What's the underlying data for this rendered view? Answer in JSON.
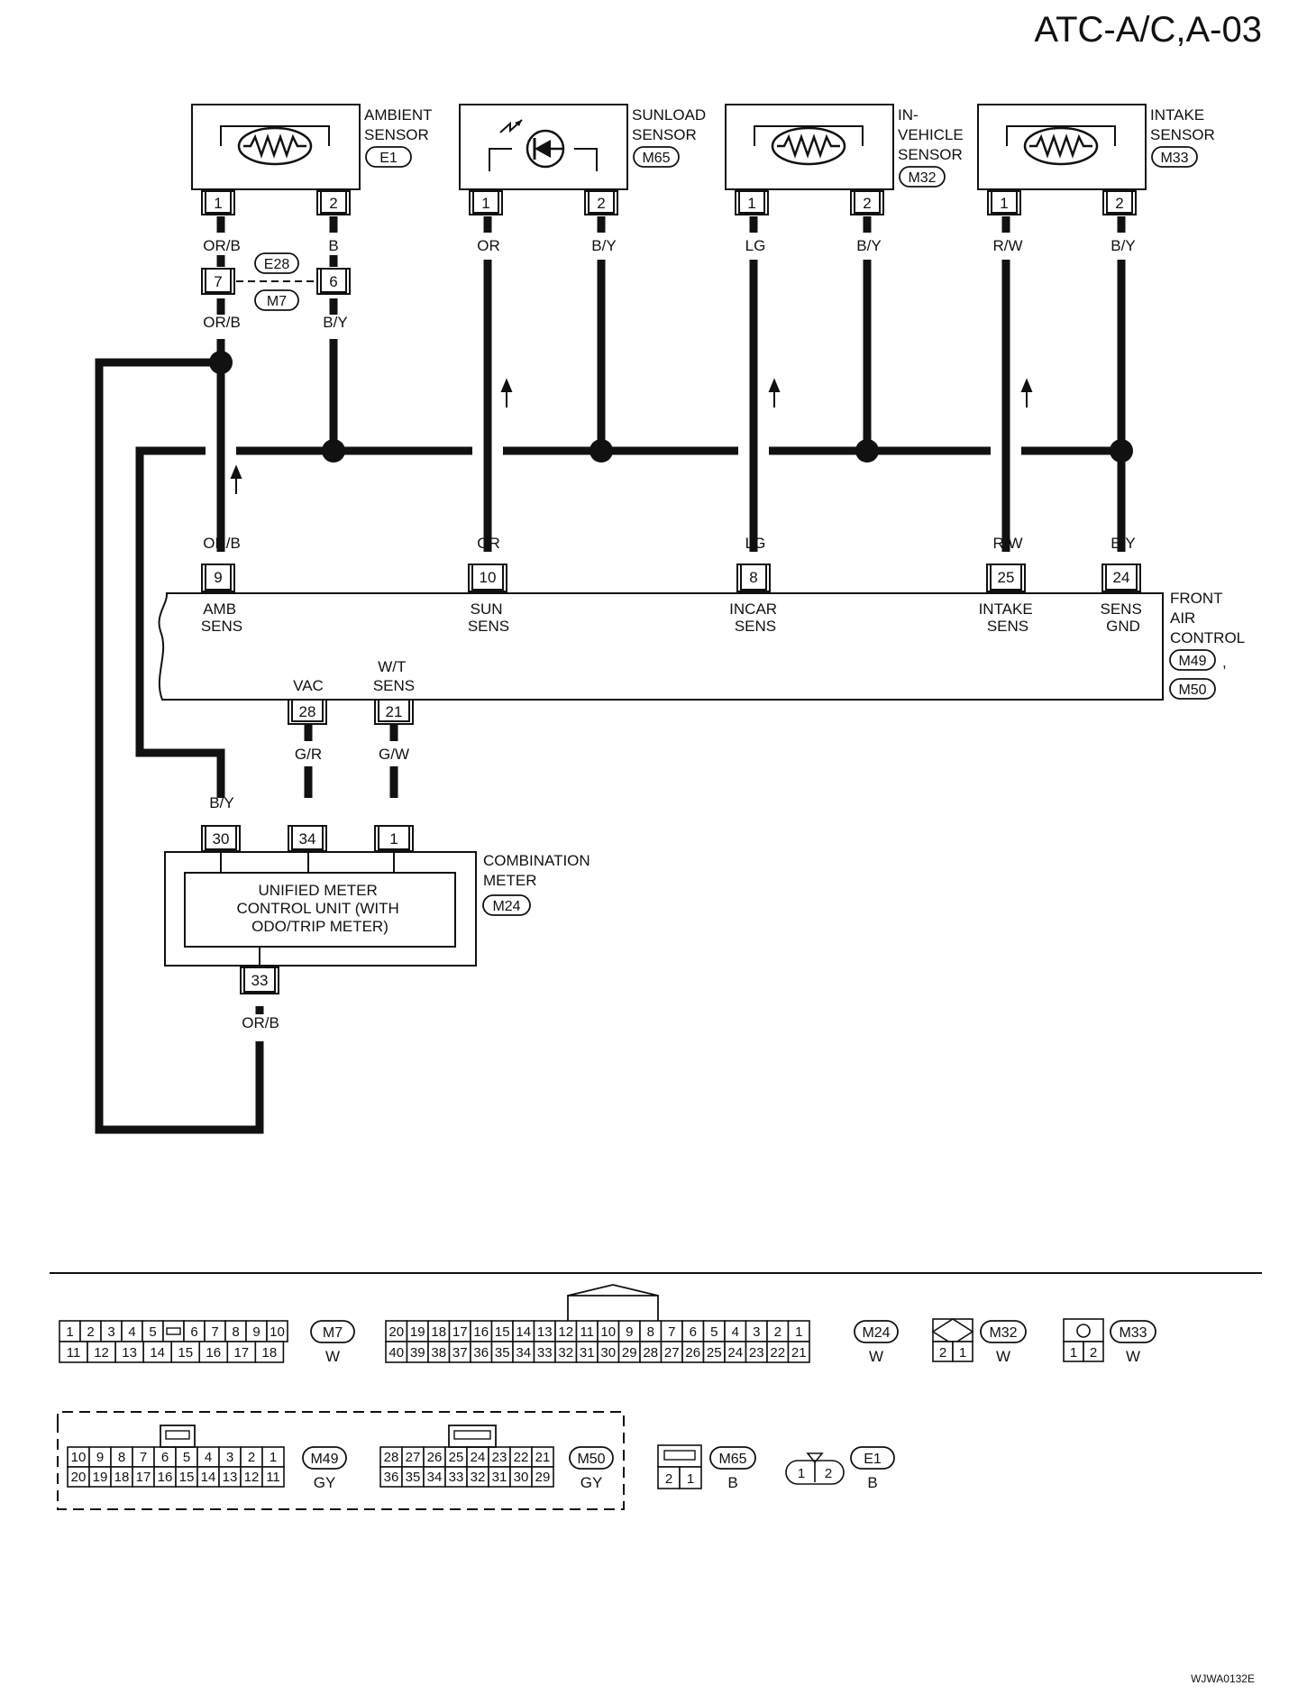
{
  "header": {
    "title": "ATC-A/C,A-03"
  },
  "footer": {
    "code": "WJWA0132E"
  },
  "sensors": [
    {
      "id": "ambient",
      "name_lines": [
        "AMBIENT",
        "SENSOR"
      ],
      "connector": "E1",
      "pins": [
        "1",
        "2"
      ],
      "wires": [
        "OR/B",
        "B"
      ],
      "kind": "thermistor"
    },
    {
      "id": "sunload",
      "name_lines": [
        "SUNLOAD",
        "SENSOR"
      ],
      "connector": "M65",
      "pins": [
        "1",
        "2"
      ],
      "wires": [
        "OR",
        "B/Y"
      ],
      "kind": "photodiode"
    },
    {
      "id": "invehicle",
      "name_lines": [
        "IN-",
        "VEHICLE",
        "SENSOR"
      ],
      "connector": "M32",
      "pins": [
        "1",
        "2"
      ],
      "wires": [
        "LG",
        "B/Y"
      ],
      "kind": "thermistor"
    },
    {
      "id": "intake",
      "name_lines": [
        "INTAKE",
        "SENSOR"
      ],
      "connector": "M33",
      "pins": [
        "1",
        "2"
      ],
      "wires": [
        "R/W",
        "B/Y"
      ],
      "kind": "thermistor"
    }
  ],
  "joint": {
    "connectors": [
      "E28",
      "M7"
    ],
    "pins": [
      "7",
      "6"
    ],
    "wires_below": [
      "OR/B",
      "B/Y"
    ]
  },
  "control": {
    "name_lines": [
      "FRONT",
      "AIR",
      "CONTROL"
    ],
    "connectors": [
      "M49",
      "M50"
    ],
    "sep": ",",
    "top_pins": [
      {
        "pin": "9",
        "wire": "OR/B",
        "label_lines": [
          "AMB",
          "SENS"
        ]
      },
      {
        "pin": "10",
        "wire": "OR",
        "label_lines": [
          "SUN",
          "SENS"
        ]
      },
      {
        "pin": "8",
        "wire": "LG",
        "label_lines": [
          "INCAR",
          "SENS"
        ]
      },
      {
        "pin": "25",
        "wire": "R/W",
        "label_lines": [
          "INTAKE",
          "SENS"
        ]
      },
      {
        "pin": "24",
        "wire": "B/Y",
        "label_lines": [
          "SENS",
          "GND"
        ]
      }
    ],
    "bottom_pins": [
      {
        "pin": "28",
        "wire": "G/R",
        "label_lines": [
          "VAC"
        ]
      },
      {
        "pin": "21",
        "wire": "G/W",
        "label_lines": [
          "W/T",
          "SENS"
        ]
      }
    ]
  },
  "meter": {
    "name_lines": [
      "COMBINATION",
      "METER"
    ],
    "connector": "M24",
    "inner_lines": [
      "UNIFIED METER",
      "CONTROL UNIT (WITH",
      "ODO/TRIP METER)"
    ],
    "top_pins": [
      {
        "pin": "30",
        "wire": "B/Y"
      },
      {
        "pin": "34",
        "wire": ""
      },
      {
        "pin": "1",
        "wire": ""
      }
    ],
    "bottom_pin": {
      "pin": "33",
      "wire": "OR/B"
    }
  },
  "connector_views": [
    {
      "id": "M7",
      "color": "W",
      "rows": [
        [
          "1",
          "2",
          "3",
          "4",
          "5",
          "",
          "6",
          "7",
          "8",
          "9",
          "10"
        ],
        [
          "11",
          "12",
          "13",
          "14",
          "15",
          "16",
          "17",
          "18"
        ]
      ]
    },
    {
      "id": "M24",
      "color": "W",
      "rows": [
        [
          "20",
          "19",
          "18",
          "17",
          "16",
          "15",
          "14",
          "13",
          "12",
          "11",
          "10",
          "9",
          "8",
          "7",
          "6",
          "5",
          "4",
          "3",
          "2",
          "1"
        ],
        [
          "40",
          "39",
          "38",
          "37",
          "36",
          "35",
          "34",
          "33",
          "32",
          "31",
          "30",
          "29",
          "28",
          "27",
          "26",
          "25",
          "24",
          "23",
          "22",
          "21"
        ]
      ]
    },
    {
      "id": "M32",
      "color": "W",
      "rows": [
        [
          "2",
          "1"
        ]
      ]
    },
    {
      "id": "M33",
      "color": "W",
      "rows": [
        [
          "1",
          "2"
        ]
      ]
    },
    {
      "id": "M49",
      "color": "GY",
      "rows": [
        [
          "10",
          "9",
          "8",
          "7",
          "6",
          "5",
          "4",
          "3",
          "2",
          "1"
        ],
        [
          "20",
          "19",
          "18",
          "17",
          "16",
          "15",
          "14",
          "13",
          "12",
          "11"
        ]
      ]
    },
    {
      "id": "M50",
      "color": "GY",
      "rows": [
        [
          "28",
          "27",
          "26",
          "25",
          "24",
          "23",
          "22",
          "21"
        ],
        [
          "36",
          "35",
          "34",
          "33",
          "32",
          "31",
          "30",
          "29"
        ]
      ]
    },
    {
      "id": "M65",
      "color": "B",
      "rows": [
        [
          "2",
          "1"
        ]
      ]
    },
    {
      "id": "E1",
      "color": "B",
      "rows": [
        [
          "1",
          "2"
        ]
      ]
    }
  ]
}
